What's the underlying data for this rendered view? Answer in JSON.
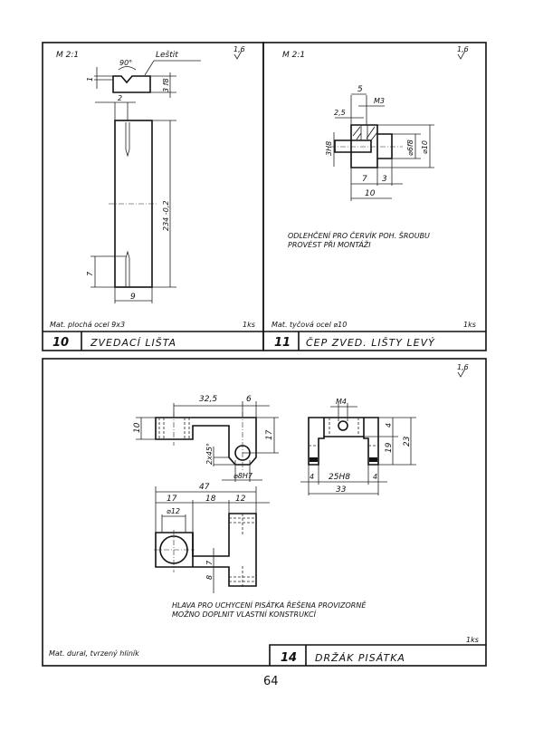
{
  "page_number": "64",
  "drawings": [
    {
      "part_no": "10",
      "title": "ZVEDACÍ LIŠTA",
      "scale": "M 2:1",
      "surface": "1,6",
      "material": "Mat. plochá ocel 9x3",
      "quantity": "1ks",
      "annotations": [
        "90°",
        "Leštit"
      ],
      "dimensions": [
        "1",
        "3 f8",
        "2",
        "234 -0,2",
        "7",
        "9"
      ]
    },
    {
      "part_no": "11",
      "title": "ČEP ZVED. LIŠTY LEVÝ",
      "scale": "M 2:1",
      "surface": "1,6",
      "material": "Mat. tyčová ocel ⌀10",
      "quantity": "1ks",
      "note_lines": [
        "ODLEHČENÍ PRO ČERVÍK POH. ŠROUBU",
        "PROVÉST PŘI MONTÁŽI"
      ],
      "dimensions": [
        "5",
        "M3",
        "2,5",
        "3H8",
        "⌀6f8",
        "⌀10",
        "7",
        "3",
        "10"
      ]
    },
    {
      "part_no": "14",
      "title": "DRŽÁK PISÁTKA",
      "surface": "1,6",
      "material": "Mat. dural, tvrzený hliník",
      "quantity": "1ks",
      "note_lines": [
        "HLAVA PRO UCHYCENÍ PISÁTKA ŘEŠENA PROVIZORNĚ",
        "MOŽNO DOPLNIT VLASTNÍ KONSTRUKCÍ"
      ],
      "dimensions": [
        "32,5",
        "6",
        "10",
        "17",
        "2x45°",
        "⌀8H7",
        "M4",
        "4",
        "19",
        "23",
        "4",
        "25H8",
        "4",
        "33",
        "47",
        "17",
        "18",
        "12",
        "⌀12",
        "7",
        "8"
      ]
    }
  ]
}
